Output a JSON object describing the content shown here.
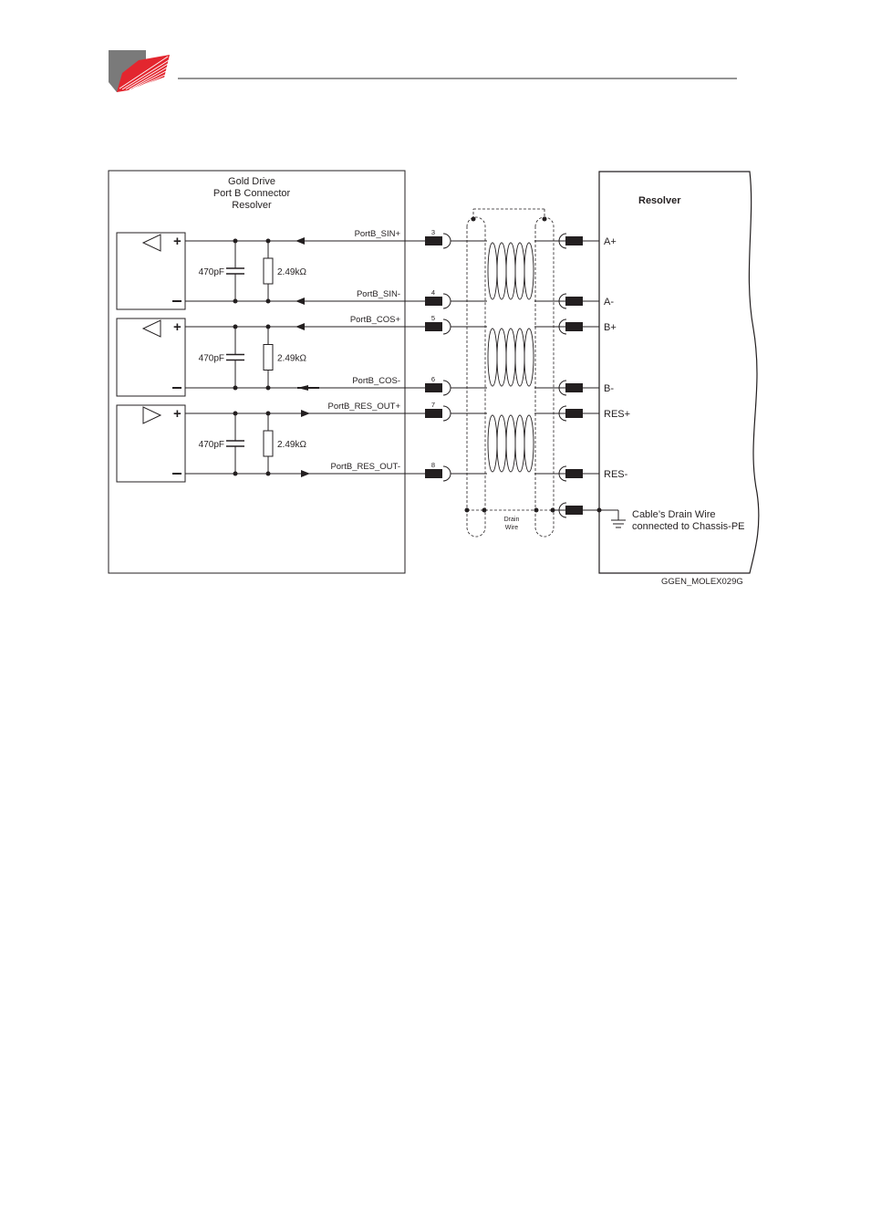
{
  "header": {
    "logo_name": "company-logo",
    "colors": {
      "logo_gray": "#7a7a7a",
      "logo_red": "#e3262f",
      "rule": "#555555"
    }
  },
  "diagram": {
    "drive_box": {
      "title_line1": "Gold Drive",
      "title_line2": "Port B Connector",
      "title_line3": "Resolver"
    },
    "resolver_box": {
      "title": "Resolver"
    },
    "channels": [
      {
        "capacitor": "470pF",
        "resistor": "2.49kΩ",
        "plus_signal": "PortB_SIN+",
        "plus_pin": "3",
        "plus_terminal": "A+",
        "minus_signal": "PortB_SIN-",
        "minus_pin": "4",
        "minus_terminal": "A-"
      },
      {
        "capacitor": "470pF",
        "resistor": "2.49kΩ",
        "plus_signal": "PortB_COS+",
        "plus_pin": "5",
        "plus_terminal": "B+",
        "minus_signal": "PortB_COS-",
        "minus_pin": "6",
        "minus_terminal": "B-"
      },
      {
        "capacitor": "470pF",
        "resistor": "2.49kΩ",
        "plus_signal": "PortB_RES_OUT+",
        "plus_pin": "7",
        "plus_terminal": "RES+",
        "minus_signal": "PortB_RES_OUT-",
        "minus_pin": "8",
        "minus_terminal": "RES-"
      }
    ],
    "drain_wire_label_line1": "Drain",
    "drain_wire_label_line2": "Wire",
    "drain_note_line1": "Cable’s Drain Wire",
    "drain_note_line2": "connected to Chassis-PE",
    "figure_code": "GGEN_MOLEX029G"
  }
}
